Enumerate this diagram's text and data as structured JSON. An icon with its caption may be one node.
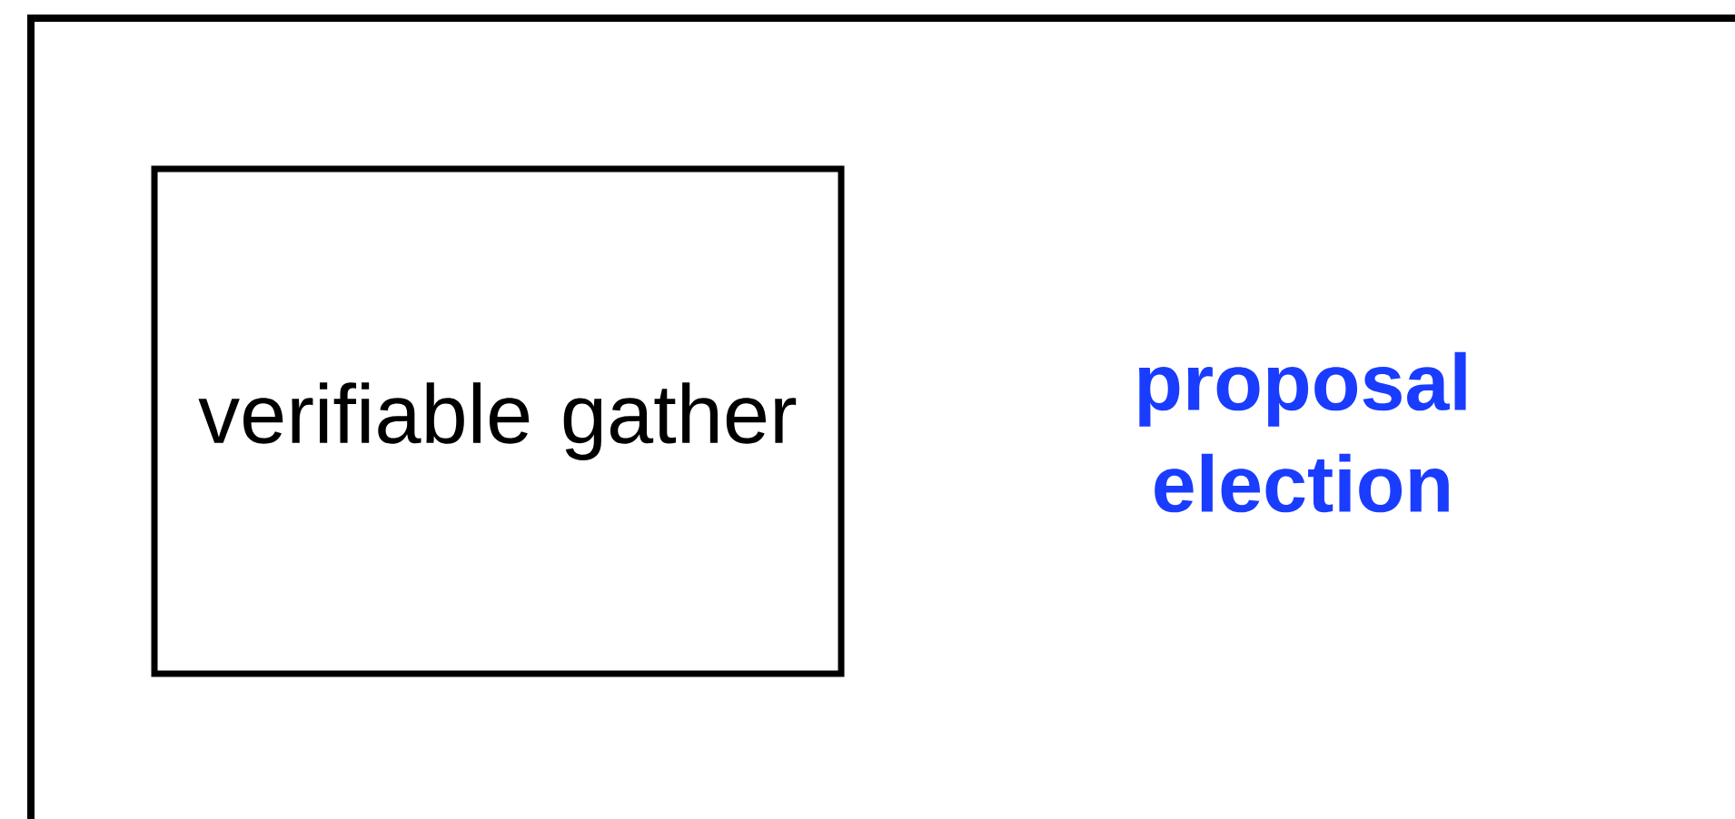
{
  "diagram": {
    "nodes": [
      {
        "text": [
          "proposal election"
        ]
      },
      {
        "text": [
          "verifiable gather"
        ],
        "in": 0
      }
    ]
  }
}
